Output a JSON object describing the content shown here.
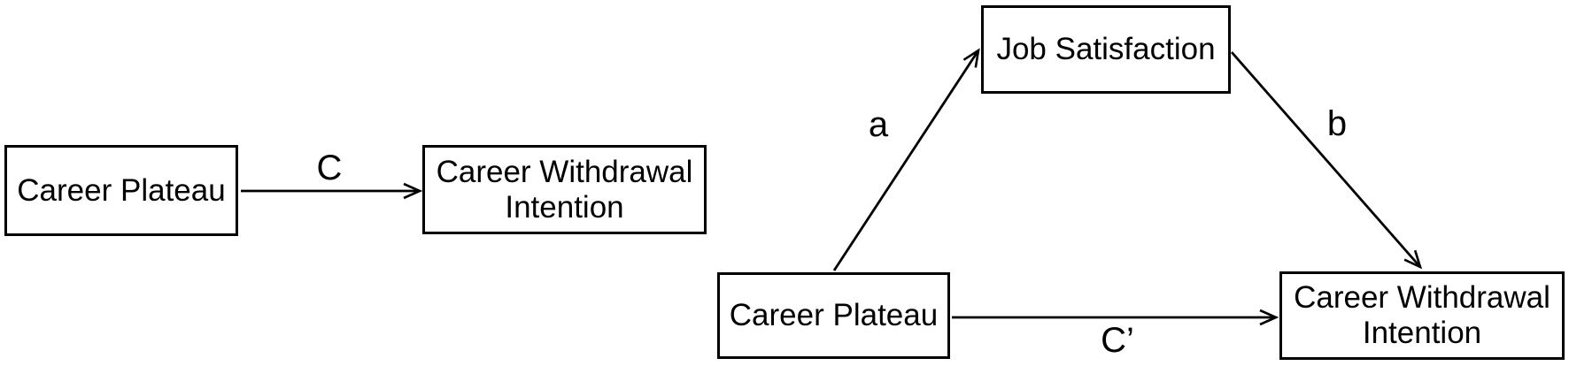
{
  "colors": {
    "line": "#000000",
    "text": "#000000",
    "background": "#ffffff"
  },
  "left_diagram": {
    "predictor_label": "Career Plateau",
    "outcome_label": "Career Withdrawal Intention",
    "path_c_label": "C"
  },
  "right_diagram": {
    "predictor_label": "Career Plateau",
    "mediator_label": "Job Satisfaction",
    "outcome_label": "Career Withdrawal Intention",
    "path_a_label": "a",
    "path_b_label": "b",
    "path_c_prime_label": "C’"
  }
}
